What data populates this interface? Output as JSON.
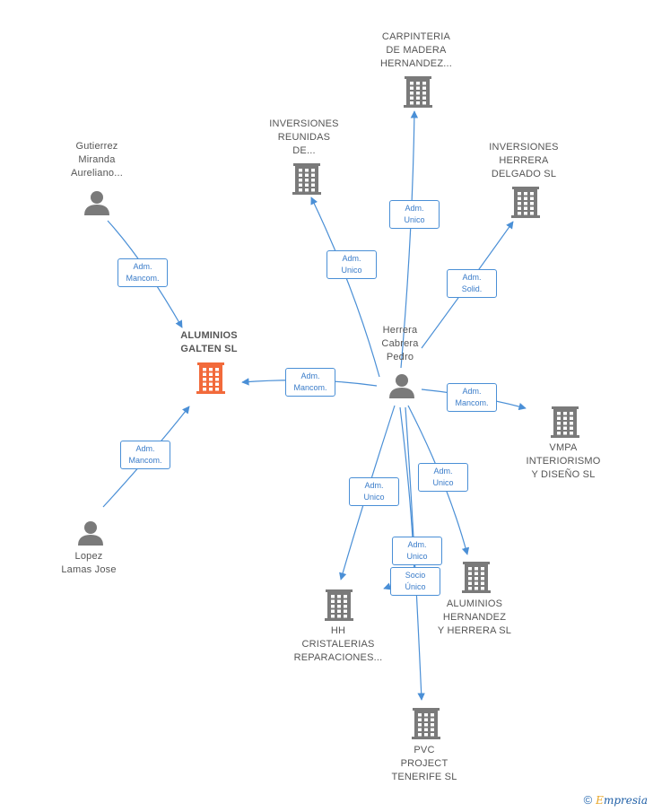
{
  "colors": {
    "company": "#7a7a7a",
    "focus_company": "#f26a3b",
    "person": "#7a7a7a",
    "edge": "#4a8fd6"
  },
  "nodes": {
    "aluminios_galten": {
      "label": "ALUMINIOS\nGALTEN  SL",
      "icon": "building-icon",
      "focus": true
    },
    "carpinteria": {
      "label": "CARPINTERIA\nDE MADERA\nHERNANDEZ...",
      "icon": "building-icon"
    },
    "inversiones_reunidas": {
      "label": "INVERSIONES\nREUNIDAS\nDE...",
      "icon": "building-icon"
    },
    "inversiones_herrera": {
      "label": "INVERSIONES\nHERRERA\nDELGADO  SL",
      "icon": "building-icon"
    },
    "vmpa": {
      "label": "VMPA\nINTERIORISMO\nY DISEÑO  SL",
      "icon": "building-icon"
    },
    "aluminios_hernandez": {
      "label": "ALUMINIOS\nHERNANDEZ\nY HERRERA SL",
      "icon": "building-icon"
    },
    "hh_cristalerias": {
      "label": "HH\nCRISTALERIAS\nREPARACIONES...",
      "icon": "building-icon"
    },
    "pvc_project": {
      "label": "PVC\nPROJECT\nTENERIFE  SL",
      "icon": "building-icon"
    },
    "gutierrez": {
      "label": "Gutierrez\nMiranda\nAureliano...",
      "icon": "person-icon"
    },
    "herrera": {
      "label": "Herrera\nCabrera\nPedro",
      "icon": "person-icon"
    },
    "lopez": {
      "label": "Lopez\nLamas Jose",
      "icon": "person-icon"
    }
  },
  "edges": [
    {
      "from": "gutierrez",
      "to": "aluminios_galten",
      "label": "Adm.\nMancom."
    },
    {
      "from": "lopez",
      "to": "aluminios_galten",
      "label": "Adm.\nMancom."
    },
    {
      "from": "herrera",
      "to": "aluminios_galten",
      "label": "Adm.\nMancom."
    },
    {
      "from": "herrera",
      "to": "inversiones_reunidas",
      "label": "Adm.\nUnico"
    },
    {
      "from": "herrera",
      "to": "carpinteria",
      "label": "Adm.\nUnico"
    },
    {
      "from": "herrera",
      "to": "inversiones_herrera",
      "label": "Adm.\nSolid."
    },
    {
      "from": "herrera",
      "to": "vmpa",
      "label": "Adm.\nMancom."
    },
    {
      "from": "herrera",
      "to": "aluminios_hernandez",
      "label": "Adm.\nUnico"
    },
    {
      "from": "herrera",
      "to": "hh_cristalerias",
      "label": "Adm.\nUnico"
    },
    {
      "from": "herrera",
      "to": "hh_cristalerias",
      "label": "Adm.\nUnico"
    },
    {
      "from": "herrera",
      "to": "pvc_project",
      "label": "Socio\nÚnico"
    }
  ],
  "footer": {
    "copyright": "©",
    "brand_first": "E",
    "brand_rest": "mpresia"
  }
}
